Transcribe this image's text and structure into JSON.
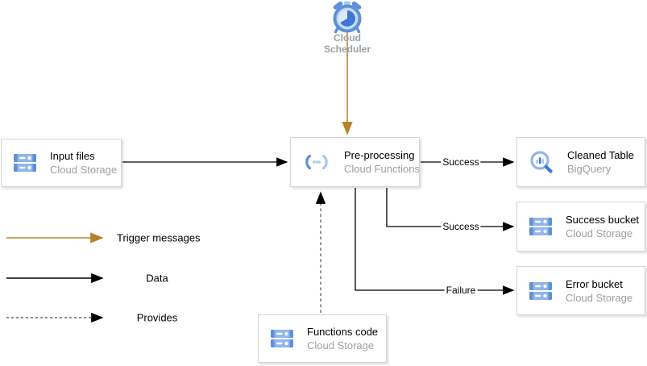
{
  "diagram": {
    "scheduler": {
      "label_line1": "Cloud",
      "label_line2": "Scheduler"
    },
    "nodes": [
      {
        "title": "Input files",
        "subtitle": "Cloud Storage",
        "icon": "cloud-storage-icon"
      },
      {
        "title": "Pre-processing",
        "subtitle": "Cloud Functions",
        "icon": "cloud-functions-icon"
      },
      {
        "title": "Cleaned Table",
        "subtitle": "BigQuery",
        "icon": "bigquery-icon"
      },
      {
        "title": "Success bucket",
        "subtitle": "Cloud Storage",
        "icon": "cloud-storage-icon"
      },
      {
        "title": "Error bucket",
        "subtitle": "Cloud Storage",
        "icon": "cloud-storage-icon"
      },
      {
        "title": "Functions code",
        "subtitle": "Cloud Storage",
        "icon": "cloud-storage-icon"
      }
    ],
    "edge_labels": {
      "to_cleaned_table": "Success",
      "to_success_bucket": "Success",
      "to_error_bucket": "Failure"
    },
    "legend": [
      {
        "label": "Trigger messages",
        "style": "trigger-orange-arrow"
      },
      {
        "label": "Data",
        "style": "data-black-arrow"
      },
      {
        "label": "Provides",
        "style": "provides-dashed-arrow"
      }
    ],
    "colors": {
      "trigger_arrow": "#B5822B",
      "data_arrow": "#000000",
      "provides_arrow": "#676767",
      "node_border": "#D5D5D5",
      "node_title": "#000000",
      "node_subtitle": "#9E9E9E",
      "scheduler_label": "#9AA0A6",
      "icon_blue_dark": "#3C78D8",
      "icon_blue_mid": "#5E90D8",
      "icon_blue_light": "#A9C9F0"
    }
  }
}
